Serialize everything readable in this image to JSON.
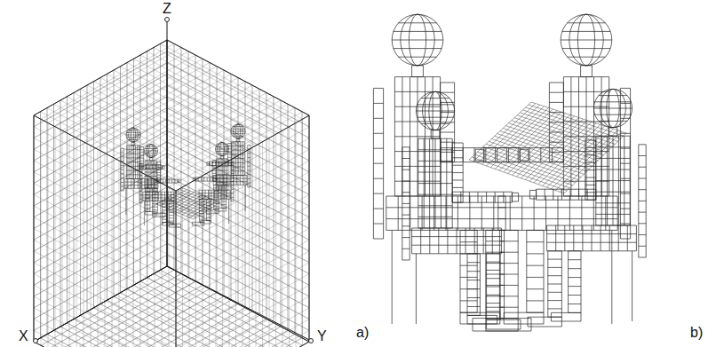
{
  "diagram": {
    "labels": [
      "Z",
      "X",
      "Y",
      "a)",
      "b)"
    ]
  }
}
